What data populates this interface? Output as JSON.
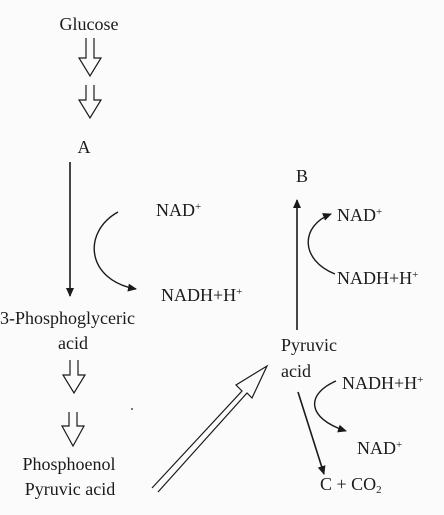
{
  "labels": {
    "glucose": "Glucose",
    "a": "A",
    "b": "B",
    "nad_left": "NAD",
    "nadh_left": "NADH+H",
    "phospho_line1": "3-Phosphoglyceric",
    "phospho_line2": "acid",
    "pep_line1": "Phosphoenol",
    "pep_line2": "Pyruvic acid",
    "pyruvic_line1": "Pyruvic",
    "pyruvic_line2": "acid",
    "nad_top_right": "NAD",
    "nadh_top_right": "NADH+H",
    "nadh_bottom_right": "NADH+H",
    "nad_bottom_right": "NAD",
    "c_co2_prefix": "C + CO",
    "co2_subscript": "2",
    "plus_sign": "+"
  }
}
